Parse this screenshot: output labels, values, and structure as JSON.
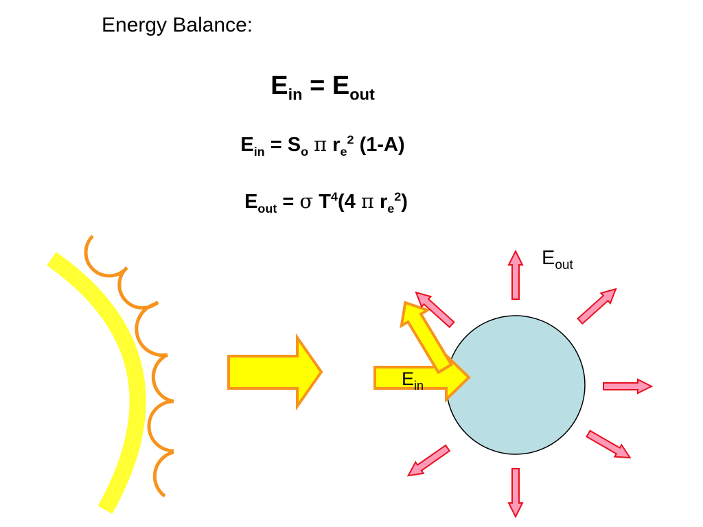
{
  "slide": {
    "title": "Energy Balance:"
  },
  "equations": {
    "main": {
      "lhs_symbol": "E",
      "lhs_sub": "in",
      "operator": "=",
      "rhs_symbol": "E",
      "rhs_sub": "out"
    },
    "incoming": {
      "lhs_symbol": "E",
      "lhs_sub": "in",
      "operator": "=",
      "s_symbol": "S",
      "s_sub": "o",
      "pi": "π",
      "r_symbol": "r",
      "r_sub": "e",
      "r_sup": "2",
      "tail": "(1-A)"
    },
    "outgoing": {
      "lhs_symbol": "E",
      "lhs_sub": "out",
      "operator": "=",
      "sigma": "σ",
      "t_symbol": "T",
      "t_sup": "4",
      "open": "(4",
      "pi": "π",
      "r_symbol": "r",
      "r_sub": "e",
      "r_sup": "2",
      "close": ")"
    }
  },
  "diagram": {
    "label_out": {
      "symbol": "E",
      "sub": "out"
    },
    "label_in": {
      "symbol": "E",
      "sub": "in"
    },
    "colors": {
      "sun_band": "#ffff33",
      "sun_scallops": "#f7941d",
      "arrow_fill": "#ffff00",
      "arrow_stroke": "#f7941d",
      "earth_fill": "#b9dfe4",
      "earth_stroke": "#000000",
      "ray_fill": "#ff9ab8",
      "ray_stroke": "#e8101e"
    },
    "icons": [
      "sun-icon",
      "incoming-energy-arrow-icon",
      "earth-icon",
      "outgoing-radiation-arrow-icon"
    ]
  }
}
